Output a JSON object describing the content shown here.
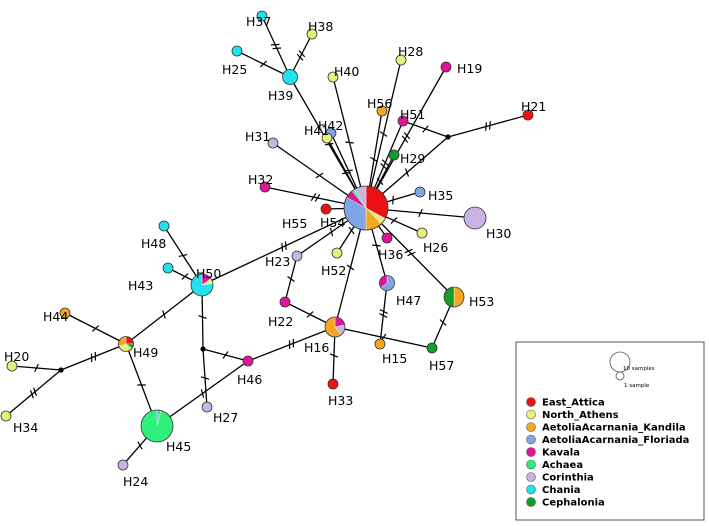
{
  "legend": {
    "scale_large": "10 samples",
    "scale_small": "1 sample",
    "items": [
      {
        "label": "East_Attica",
        "color": "#ee1111"
      },
      {
        "label": "North_Athens",
        "color": "#e6f07a"
      },
      {
        "label": "AetoliaAcarnania_Kandila",
        "color": "#f5a623"
      },
      {
        "label": "AetoliaAcarnania_Floriada",
        "color": "#7fa7e8"
      },
      {
        "label": "Kavala",
        "color": "#e0149a"
      },
      {
        "label": "Achaea",
        "color": "#2ef07a"
      },
      {
        "label": "Corinthia",
        "color": "#c9b3e3"
      },
      {
        "label": "Chania",
        "color": "#22e0ee"
      },
      {
        "label": "Cephalonia",
        "color": "#169c2b"
      }
    ]
  },
  "haplotypes": [
    {
      "id": "H54",
      "label": "H54",
      "pie": [
        [
          "#ee1111",
          0.33
        ],
        [
          "#e6f07a",
          0.05
        ],
        [
          "#f5a623",
          0.12
        ],
        [
          "#7fa7e8",
          0.33
        ],
        [
          "#e0149a",
          0.06
        ],
        [
          "#2ef07a",
          0.02
        ],
        [
          "#c9b3e3",
          0.09
        ]
      ]
    },
    {
      "id": "H37",
      "label": "H37",
      "pie": [
        [
          "#22e0ee",
          1
        ]
      ]
    },
    {
      "id": "H38",
      "label": "H38",
      "pie": [
        [
          "#e6f07a",
          1
        ]
      ]
    },
    {
      "id": "H25",
      "label": "H25",
      "pie": [
        [
          "#22e0ee",
          1
        ]
      ]
    },
    {
      "id": "H39",
      "label": "H39",
      "pie": [
        [
          "#22e0ee",
          1
        ]
      ]
    },
    {
      "id": "H40",
      "label": "H40",
      "pie": [
        [
          "#e6f07a",
          1
        ]
      ]
    },
    {
      "id": "H28",
      "label": "H28",
      "pie": [
        [
          "#e6f07a",
          1
        ]
      ]
    },
    {
      "id": "H19",
      "label": "H19",
      "pie": [
        [
          "#e0149a",
          1
        ]
      ]
    },
    {
      "id": "H21",
      "label": "H21",
      "pie": [
        [
          "#ee1111",
          1
        ]
      ]
    },
    {
      "id": "H56",
      "label": "H56",
      "pie": [
        [
          "#f5a623",
          1
        ]
      ]
    },
    {
      "id": "H51",
      "label": "H51",
      "pie": [
        [
          "#e0149a",
          1
        ]
      ]
    },
    {
      "id": "H42",
      "label": "H42",
      "pie": [
        [
          "#7fa7e8",
          1
        ]
      ]
    },
    {
      "id": "H41",
      "label": "H41",
      "pie": [
        [
          "#e6f07a",
          1
        ]
      ]
    },
    {
      "id": "H31",
      "label": "H31",
      "pie": [
        [
          "#c9b3e3",
          1
        ]
      ]
    },
    {
      "id": "H29",
      "label": "H29",
      "pie": [
        [
          "#169c2b",
          1
        ]
      ]
    },
    {
      "id": "H32",
      "label": "H32",
      "pie": [
        [
          "#e0149a",
          1
        ]
      ]
    },
    {
      "id": "H35",
      "label": "H35",
      "pie": [
        [
          "#7fa7e8",
          1
        ]
      ]
    },
    {
      "id": "H30",
      "label": "H30",
      "pie": [
        [
          "#c9b3e3",
          1
        ]
      ]
    },
    {
      "id": "H55",
      "label": "H55",
      "pie": [
        [
          "#ee1111",
          1
        ]
      ]
    },
    {
      "id": "H26",
      "label": "H26",
      "pie": [
        [
          "#e6f07a",
          1
        ]
      ]
    },
    {
      "id": "H36",
      "label": "H36",
      "pie": [
        [
          "#e0149a",
          1
        ]
      ]
    },
    {
      "id": "H48",
      "label": "H48",
      "pie": [
        [
          "#22e0ee",
          1
        ]
      ]
    },
    {
      "id": "H50",
      "label": "H50",
      "pie": [
        [
          "#e0149a",
          0.15
        ],
        [
          "#e6f07a",
          0.08
        ],
        [
          "#22e0ee",
          0.77
        ]
      ]
    },
    {
      "id": "H43",
      "label": "H43",
      "pie": [
        [
          "#22e0ee",
          1
        ]
      ]
    },
    {
      "id": "H23",
      "label": "H23",
      "pie": [
        [
          "#c9b3e3",
          1
        ]
      ]
    },
    {
      "id": "H52",
      "label": "H52",
      "pie": [
        [
          "#e6f07a",
          1
        ]
      ]
    },
    {
      "id": "H47",
      "label": "H47",
      "pie": [
        [
          "#7fa7e8",
          0.65
        ],
        [
          "#e0149a",
          0.35
        ]
      ]
    },
    {
      "id": "H53",
      "label": "H53",
      "pie": [
        [
          "#f5a623",
          0.5
        ],
        [
          "#169c2b",
          0.5
        ]
      ]
    },
    {
      "id": "H22",
      "label": "H22",
      "pie": [
        [
          "#e0149a",
          1
        ]
      ]
    },
    {
      "id": "H44",
      "label": "H44",
      "pie": [
        [
          "#f5a623",
          1
        ]
      ]
    },
    {
      "id": "H16",
      "label": "H16",
      "pie": [
        [
          "#e0149a",
          0.22
        ],
        [
          "#c9b3e3",
          0.18
        ],
        [
          "#f5a623",
          0.6
        ]
      ]
    },
    {
      "id": "H15",
      "label": "H15",
      "pie": [
        [
          "#f5a623",
          1
        ]
      ]
    },
    {
      "id": "H57",
      "label": "H57",
      "pie": [
        [
          "#169c2b",
          1
        ]
      ]
    },
    {
      "id": "H49",
      "label": "H49",
      "pie": [
        [
          "#ee1111",
          0.25
        ],
        [
          "#169c2b",
          0.1
        ],
        [
          "#e6f07a",
          0.35
        ],
        [
          "#f5a623",
          0.3
        ]
      ]
    },
    {
      "id": "H20",
      "label": "H20",
      "pie": [
        [
          "#e6f07a",
          1
        ]
      ]
    },
    {
      "id": "H46",
      "label": "H46",
      "pie": [
        [
          "#e0149a",
          1
        ]
      ]
    },
    {
      "id": "H33",
      "label": "H33",
      "pie": [
        [
          "#ee1111",
          1
        ]
      ]
    },
    {
      "id": "H34",
      "label": "H34",
      "pie": [
        [
          "#e6f07a",
          1
        ]
      ]
    },
    {
      "id": "H27",
      "label": "H27",
      "pie": [
        [
          "#c9b3e3",
          1
        ]
      ]
    },
    {
      "id": "H45",
      "label": "H45",
      "pie": [
        [
          "#7fa7e8",
          0.04
        ],
        [
          "#2ef07a",
          0.96
        ]
      ]
    },
    {
      "id": "H24",
      "label": "H24",
      "pie": [
        [
          "#c9b3e3",
          1
        ]
      ]
    }
  ]
}
